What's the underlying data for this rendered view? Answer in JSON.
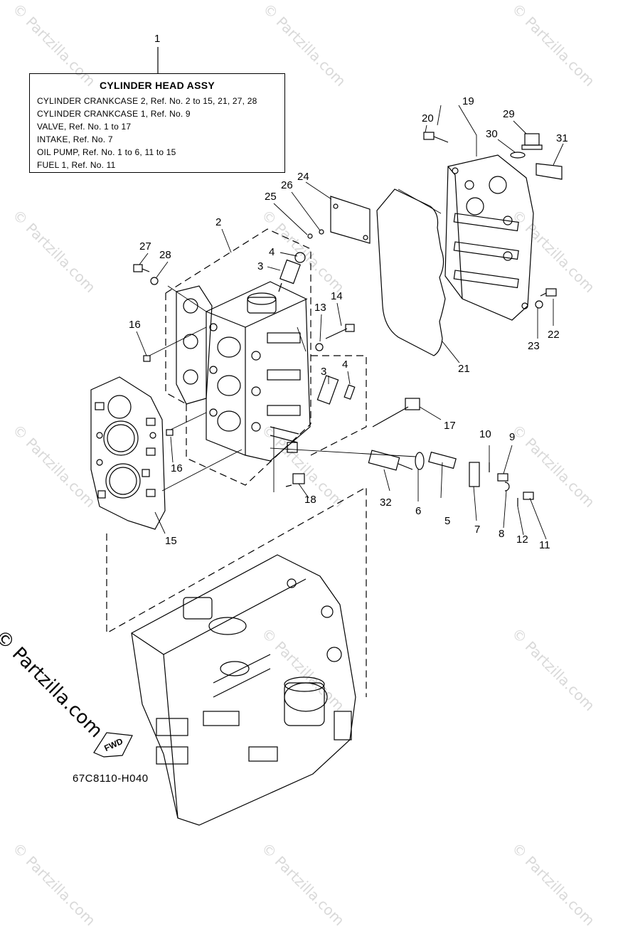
{
  "watermark": "© Partzilla.com",
  "side_watermark": "© Partzilla.com",
  "legend": {
    "ref": "1",
    "title": "CYLINDER HEAD ASSY",
    "lines": [
      "CYLINDER CRANKCASE 2,  Ref. No. 2 to 15, 21, 27, 28",
      "CYLINDER CRANKCASE 1,  Ref. No. 9",
      "VALVE,  Ref. No. 1 to 17",
      "INTAKE,  Ref. No. 7",
      "OIL PUMP,  Ref. No. 1 to 6, 11 to 15",
      "FUEL 1,  Ref. No. 11"
    ]
  },
  "part_labels": [
    "2",
    "3",
    "4",
    "3",
    "4",
    "5",
    "6",
    "7",
    "8",
    "9",
    "10",
    "11",
    "12",
    "13",
    "14",
    "15",
    "16",
    "16",
    "17",
    "18",
    "19",
    "20",
    "21",
    "22",
    "23",
    "24",
    "25",
    "26",
    "27",
    "28",
    "29",
    "30",
    "31",
    "32"
  ],
  "fwd_label": "FWD",
  "diagram_code": "67C8110-H040"
}
